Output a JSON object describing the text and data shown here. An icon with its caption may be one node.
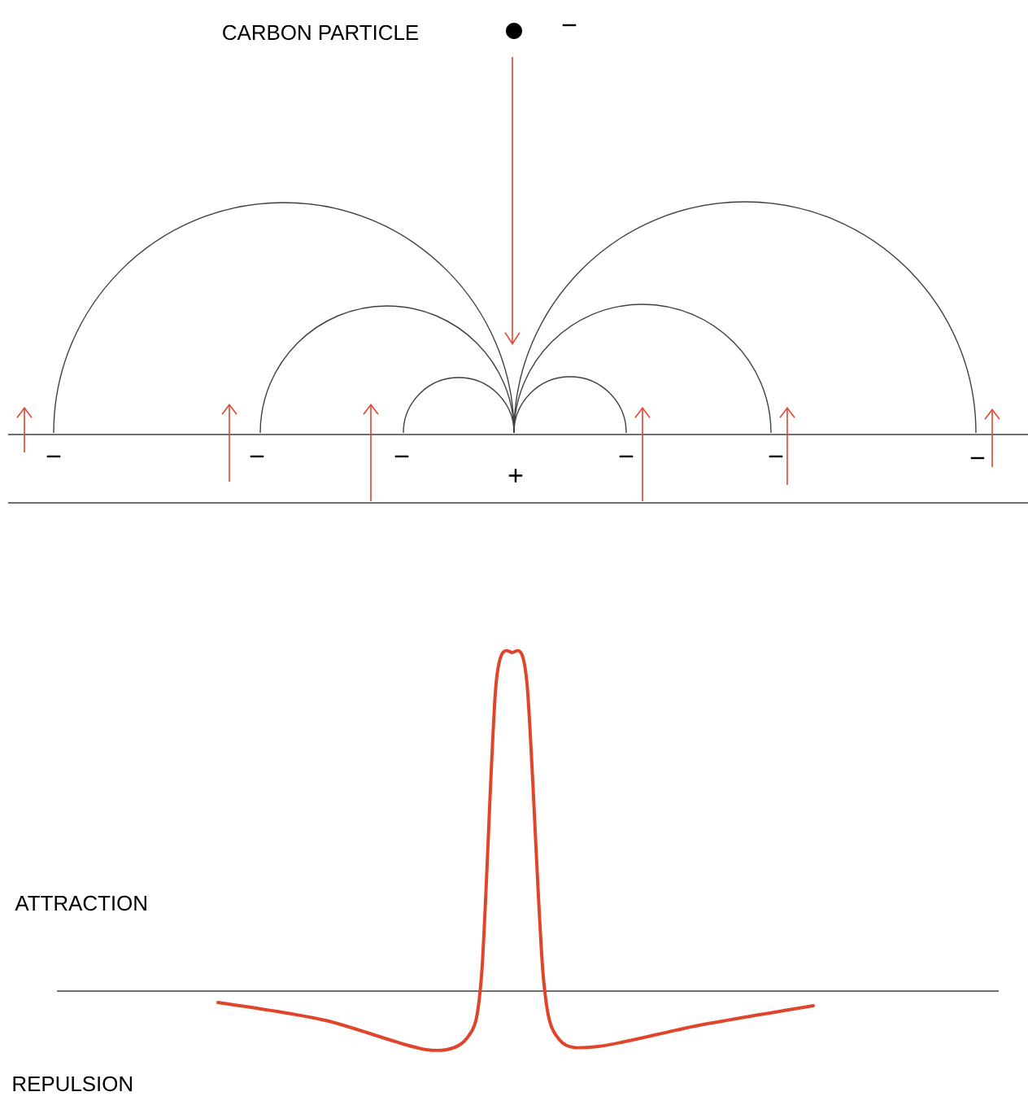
{
  "diagram": {
    "labels": [
      "CARBON PARTICLE",
      "−",
      "−",
      "−",
      "−",
      "+",
      "−",
      "−",
      "−",
      "ATTRACTION",
      "REPULSION"
    ]
  }
}
